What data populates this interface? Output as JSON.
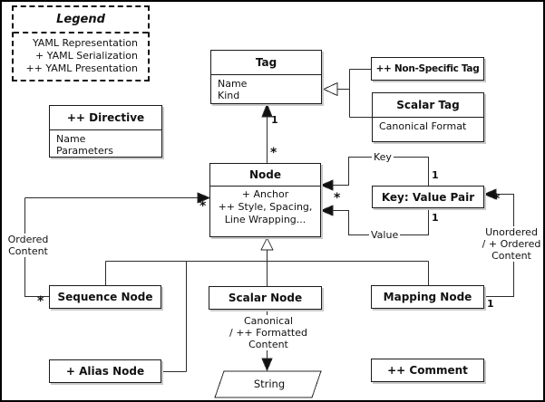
{
  "legend": {
    "title": "Legend",
    "items": [
      "YAML Representation",
      "+ YAML Serialization",
      "++ YAML Presentation"
    ]
  },
  "boxes": {
    "directive": {
      "title": "++ Directive",
      "fields": [
        "Name",
        "Parameters"
      ]
    },
    "tag": {
      "title": "Tag",
      "fields": [
        "Name",
        "Kind"
      ]
    },
    "non_specific_tag": {
      "title": "++ Non-Specific Tag"
    },
    "scalar_tag": {
      "title": "Scalar Tag",
      "fields": [
        "Canonical Format"
      ]
    },
    "node": {
      "title": "Node",
      "fields": [
        "+ Anchor",
        "++ Style, Spacing,",
        "Line Wrapping..."
      ]
    },
    "key_value_pair": {
      "title": "Key: Value Pair"
    },
    "sequence_node": {
      "title": "Sequence Node"
    },
    "scalar_node": {
      "title": "Scalar Node"
    },
    "mapping_node": {
      "title": "Mapping Node"
    },
    "alias_node": {
      "title": "+ Alias Node"
    },
    "comment": {
      "title": "++ Comment"
    },
    "string": {
      "title": "String"
    }
  },
  "edge_labels": {
    "key": "Key",
    "value": "Value",
    "ordered_content": "Ordered\nContent",
    "unordered_content": "Unordered\n/ + Ordered\nContent",
    "canonical_content": "Canonical\n/ ++ Formatted\nContent"
  },
  "multiplicities": {
    "tag_node_near_tag": "1",
    "tag_node_near_node": "*",
    "node_ordered_content": "*",
    "sequence_ordered_content": "*",
    "key_one": "1",
    "value_one": "1",
    "node_key_value": "*",
    "kv_unordered": "*",
    "mapping_one": "1"
  },
  "colors": {
    "background": "#ffffff",
    "line": "#2b2b2b",
    "box_border": "#1a1a1a",
    "shadow": "#c9c9c9"
  }
}
